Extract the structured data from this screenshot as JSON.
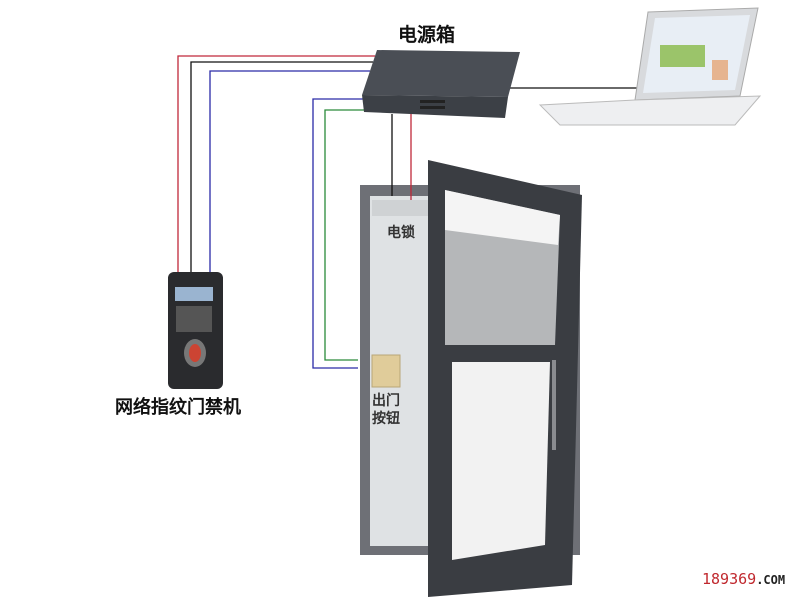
{
  "labels": {
    "power_box": "电源箱",
    "electric_lock": "电锁",
    "exit_button_line1": "出门",
    "exit_button_line2": "按钮",
    "fingerprint_reader": "网络指纹门禁机"
  },
  "watermark": {
    "number": "189369",
    "suffix": ".COM"
  },
  "colors": {
    "wire_red": "#c0283a",
    "wire_black": "#111111",
    "wire_blue": "#2a2aa8",
    "wire_green": "#2a8a3a",
    "door_frame": "#3a3d42",
    "watermark_red": "#c0282e"
  }
}
